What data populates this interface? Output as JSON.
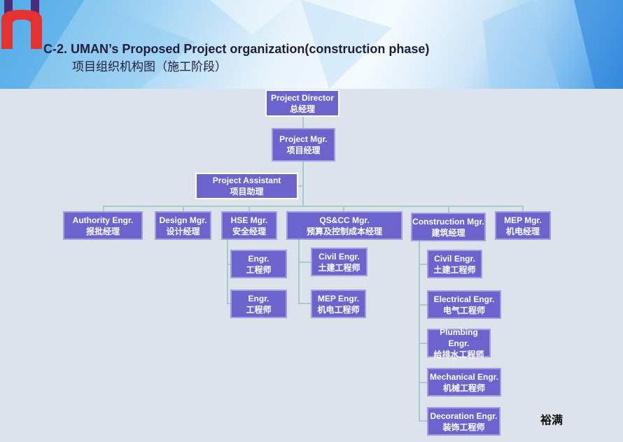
{
  "header": {
    "title": "C-2. UMAN’s Proposed Project organization(construction phase)",
    "subtitle": "项目组织机构图（施工阶段）"
  },
  "chart": {
    "director": {
      "en": "Project Director",
      "cn": "总经理"
    },
    "pm": {
      "en": "Project Mgr.",
      "cn": "项目经理"
    },
    "assistant": {
      "en": "Project Assistant",
      "cn": "项目助理"
    },
    "authority": {
      "en": "Authority Engr.",
      "cn": "报批经理"
    },
    "design": {
      "en": "Design  Mgr.",
      "cn": "设计经理"
    },
    "hse": {
      "en": "HSE  Mgr.",
      "cn": "安全经理",
      "children": [
        {
          "en": "Engr.",
          "cn": "工程师"
        },
        {
          "en": "Engr.",
          "cn": "工程师"
        }
      ]
    },
    "qs": {
      "en": "QS&CC Mgr.",
      "cn": "预算及控制成本经理",
      "children": [
        {
          "en": "Civil Engr.",
          "cn": "土建工程师"
        },
        {
          "en": "MEP Engr.",
          "cn": "机电工程师"
        }
      ]
    },
    "construction": {
      "en": "Construction Mgr.",
      "cn": "建筑经理",
      "children": [
        {
          "en": "Civil Engr.",
          "cn": "土建工程师"
        },
        {
          "en": "Electrical Engr.",
          "cn": "电气工程师"
        },
        {
          "en": "Plumbing Engr.",
          "cn": "给排水工程师"
        },
        {
          "en": "Mechanical Engr.",
          "cn": "机械工程师"
        },
        {
          "en": "Decoration Engr.",
          "cn": "装饰工程师"
        }
      ]
    },
    "mep": {
      "en": "MEP Mgr.",
      "cn": "机电经理"
    }
  },
  "signature": "裕满"
}
